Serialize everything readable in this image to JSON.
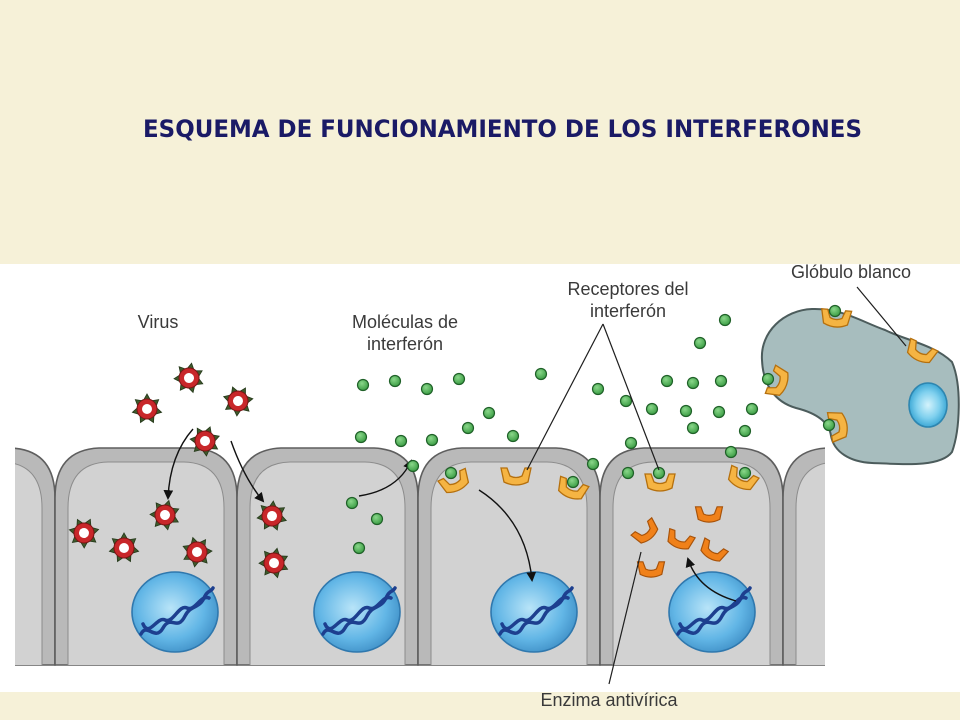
{
  "slide": {
    "title": "ESQUEMA DE FUNCIONAMIENTO DE LOS INTERFERONES"
  },
  "diagram": {
    "labels": {
      "virus": "Virus",
      "interferon_molecules": [
        "Moléculas de",
        "interferón"
      ],
      "interferon_receptors": [
        "Receptores del",
        "interferón"
      ],
      "white_blood_cell": "Glóbulo blanco",
      "antiviral_enzyme": "Enzima antivírica"
    }
  },
  "colors": {
    "slide_background": "#F6F1D8",
    "diagram_background": "#FFFFFF",
    "title": "#1A1A66",
    "cell": "#B9B9B9",
    "cell_inner": "#D2D2D2",
    "nucleus": "#62B6E6",
    "dna": "#1D3F8F",
    "virus_capsid": "#C8272A",
    "virus_spikes": "#3E5A2C",
    "interferon": "#3C9E45",
    "receptor": "#F5B443",
    "antiviral_enzyme": "#F0811A",
    "white_blood_cell": "#A7BDBE"
  }
}
